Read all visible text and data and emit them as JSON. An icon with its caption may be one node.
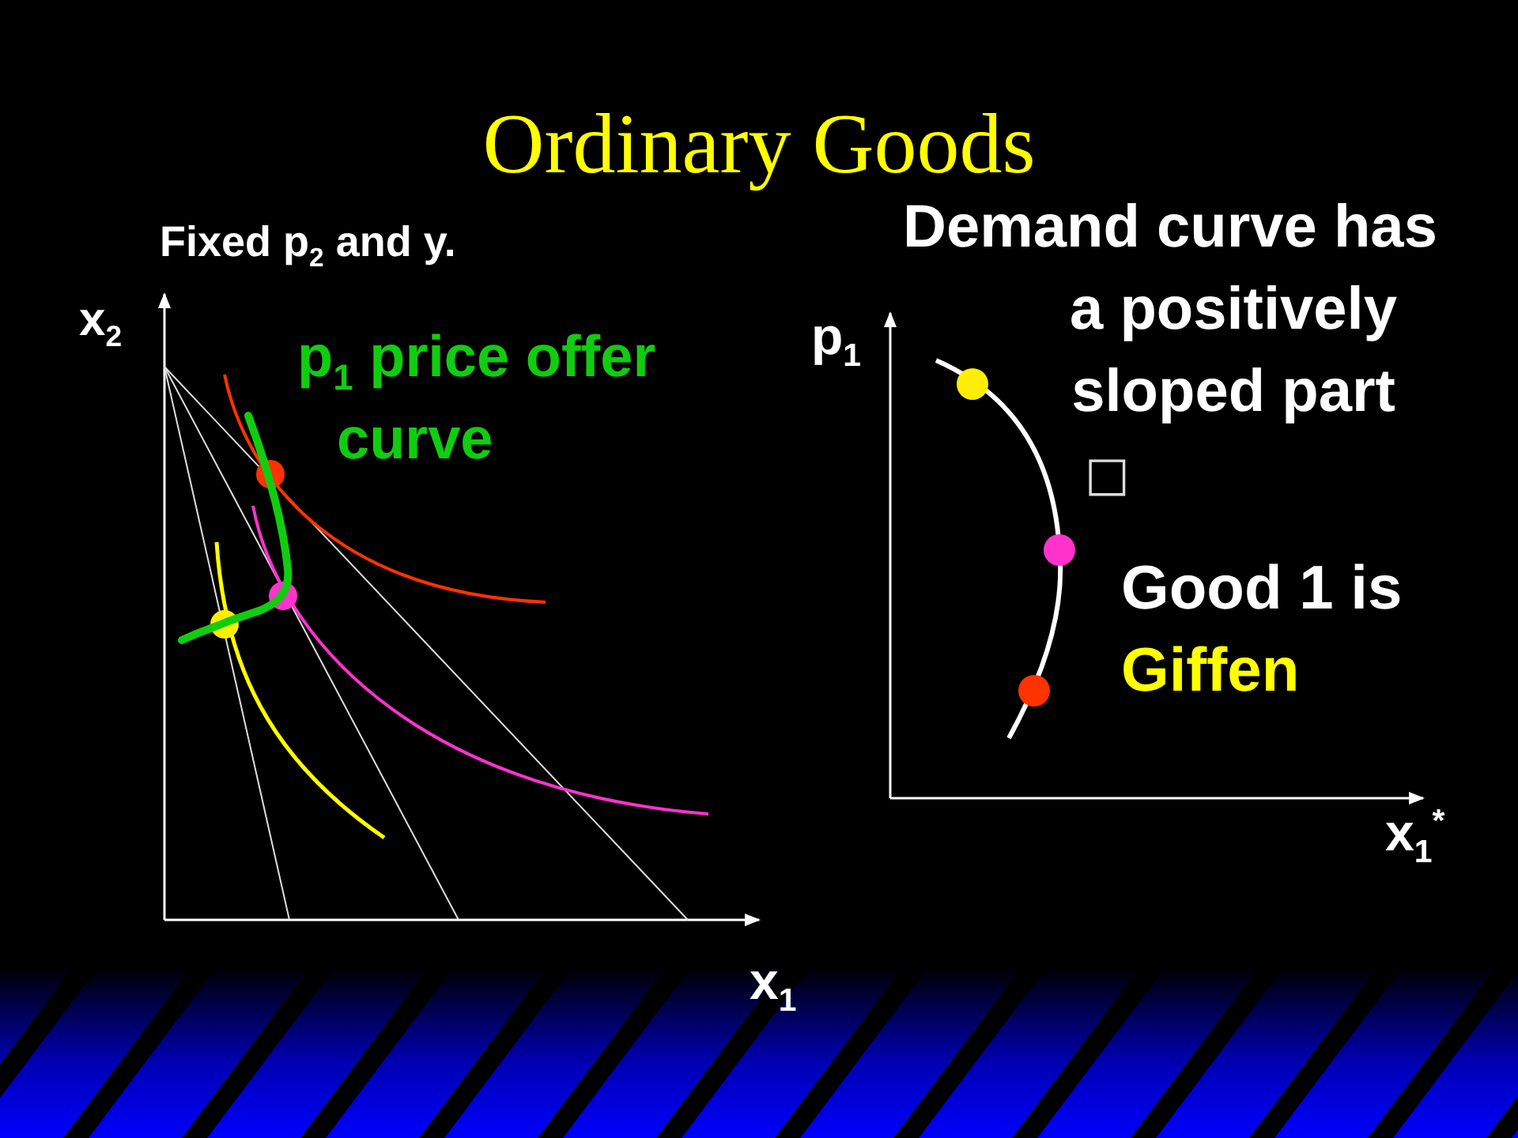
{
  "diagram": {
    "title": "Ordinary Goods",
    "labels": [
      "Fixed p$_{2}$ and y.",
      "Demand curve has a positively sloped part",
      "x$_{2}$",
      "p$_{1}$ price offer curve",
      "p$_{1}$",
      "□",
      "Good 1 is",
      "Giffen",
      "x$_{1}$$^{*}$",
      "x$_{1}$"
    ]
  }
}
